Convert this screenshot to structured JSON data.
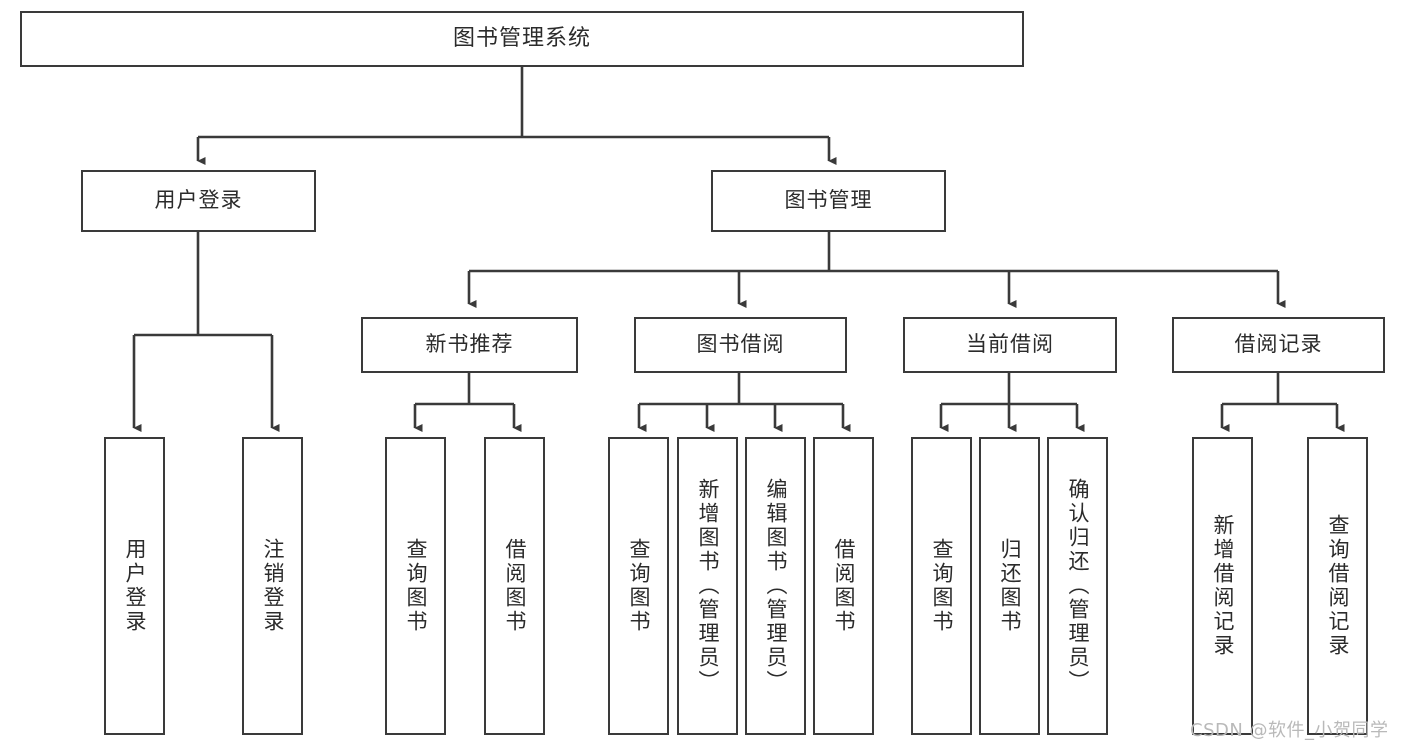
{
  "diagram": {
    "title": "图书管理系统",
    "type": "hierarchy-tree",
    "watermark": "CSDN @软件_小贺同学",
    "colors": {
      "box_border": "#3a3a3a",
      "box_fill": "#ffffff",
      "edge": "#3a3a3a",
      "text": "#2b2b2b",
      "watermark": "#b9b9b9",
      "background": "#ffffff"
    },
    "levels": {
      "root": "图书管理系统",
      "level1": [
        "用户登录",
        "图书管理"
      ],
      "level2": [
        "新书推荐",
        "图书借阅",
        "当前借阅",
        "借阅记录"
      ]
    },
    "nodes": {
      "root": {
        "label": "图书管理系统",
        "orientation": "horizontal"
      },
      "user_login": {
        "label": "用户登录",
        "orientation": "horizontal"
      },
      "book_manage": {
        "label": "图书管理",
        "orientation": "horizontal"
      },
      "new_book_rec": {
        "label": "新书推荐",
        "orientation": "horizontal"
      },
      "book_borrow": {
        "label": "图书借阅",
        "orientation": "horizontal"
      },
      "current_borrow": {
        "label": "当前借阅",
        "orientation": "horizontal"
      },
      "borrow_record": {
        "label": "借阅记录",
        "orientation": "horizontal"
      },
      "leaf_user_login": {
        "label": "用户登录",
        "orientation": "vertical"
      },
      "leaf_logout": {
        "label": "注销登录",
        "orientation": "vertical"
      },
      "leaf_query_book_1": {
        "label": "查询图书",
        "orientation": "vertical"
      },
      "leaf_borrow_book_1": {
        "label": "借阅图书",
        "orientation": "vertical"
      },
      "leaf_query_book_2": {
        "label": "查询图书",
        "orientation": "vertical"
      },
      "leaf_add_book": {
        "label": "新增图书（管理员）",
        "orientation": "vertical"
      },
      "leaf_edit_book": {
        "label": "编辑图书（管理员）",
        "orientation": "vertical"
      },
      "leaf_borrow_book_2": {
        "label": "借阅图书",
        "orientation": "vertical"
      },
      "leaf_query_book_3": {
        "label": "查询图书",
        "orientation": "vertical"
      },
      "leaf_return_book": {
        "label": "归还图书",
        "orientation": "vertical"
      },
      "leaf_confirm_return": {
        "label": "确认归还（管理员）",
        "orientation": "vertical"
      },
      "leaf_add_record": {
        "label": "新增借阅记录",
        "orientation": "vertical"
      },
      "leaf_query_record": {
        "label": "查询借阅记录",
        "orientation": "vertical"
      }
    },
    "edges": [
      {
        "from": "root",
        "to": "user_login"
      },
      {
        "from": "root",
        "to": "book_manage"
      },
      {
        "from": "user_login",
        "to": "leaf_user_login"
      },
      {
        "from": "user_login",
        "to": "leaf_logout"
      },
      {
        "from": "book_manage",
        "to": "new_book_rec"
      },
      {
        "from": "book_manage",
        "to": "book_borrow"
      },
      {
        "from": "book_manage",
        "to": "current_borrow"
      },
      {
        "from": "book_manage",
        "to": "borrow_record"
      },
      {
        "from": "new_book_rec",
        "to": "leaf_query_book_1"
      },
      {
        "from": "new_book_rec",
        "to": "leaf_borrow_book_1"
      },
      {
        "from": "book_borrow",
        "to": "leaf_query_book_2"
      },
      {
        "from": "book_borrow",
        "to": "leaf_add_book"
      },
      {
        "from": "book_borrow",
        "to": "leaf_edit_book"
      },
      {
        "from": "book_borrow",
        "to": "leaf_borrow_book_2"
      },
      {
        "from": "current_borrow",
        "to": "leaf_query_book_3"
      },
      {
        "from": "current_borrow",
        "to": "leaf_return_book"
      },
      {
        "from": "current_borrow",
        "to": "leaf_confirm_return"
      },
      {
        "from": "borrow_record",
        "to": "leaf_add_record"
      },
      {
        "from": "borrow_record",
        "to": "leaf_query_record"
      }
    ]
  }
}
